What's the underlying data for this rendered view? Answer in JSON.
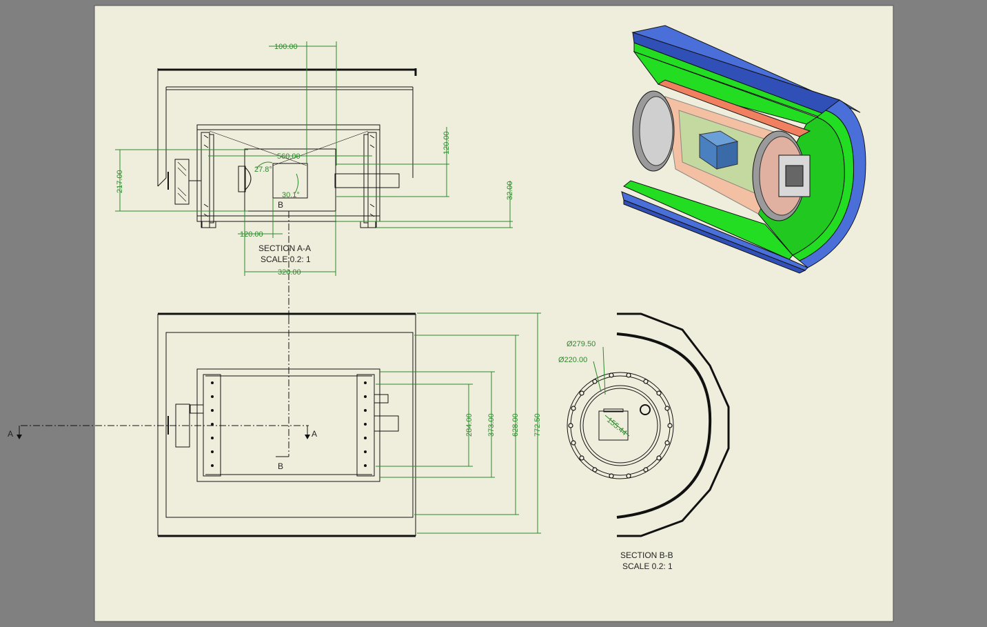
{
  "colors": {
    "background": "#808080",
    "sheet": "#efeedc",
    "dimension": "#2a8a2a",
    "outline": "#111111",
    "shell_blue": "#4a6fd8",
    "shell_green": "#22dd22",
    "inner_red": "#f08060",
    "cube_blue": "#4a7fc0"
  },
  "section_aa": {
    "title": "SECTION  A-A",
    "scale": "SCALE 0.2: 1",
    "dims": {
      "d100": "100.00",
      "d560": "560.00",
      "d120v": "120.00",
      "d217": "217.00",
      "d32": "32.00",
      "d120h": "120.00",
      "d320": "320.00",
      "a278": "27.8°",
      "a301": "30.1°"
    },
    "marker_b": "B"
  },
  "plan_view": {
    "marker_a_left": "A",
    "marker_a_right": "A",
    "marker_b": "B",
    "dims": {
      "d284": "284.00",
      "d373": "373.00",
      "d628": "628.00",
      "d772": "772.50"
    }
  },
  "section_bb": {
    "title": "SECTION  B-B",
    "scale": "SCALE 0.2: 1",
    "dims": {
      "dia279": "Ø279.50",
      "dia220": "Ø220.00",
      "d155": "155.44"
    }
  },
  "isometric_view": {
    "icon": "cylinder-cutaway-icon"
  }
}
